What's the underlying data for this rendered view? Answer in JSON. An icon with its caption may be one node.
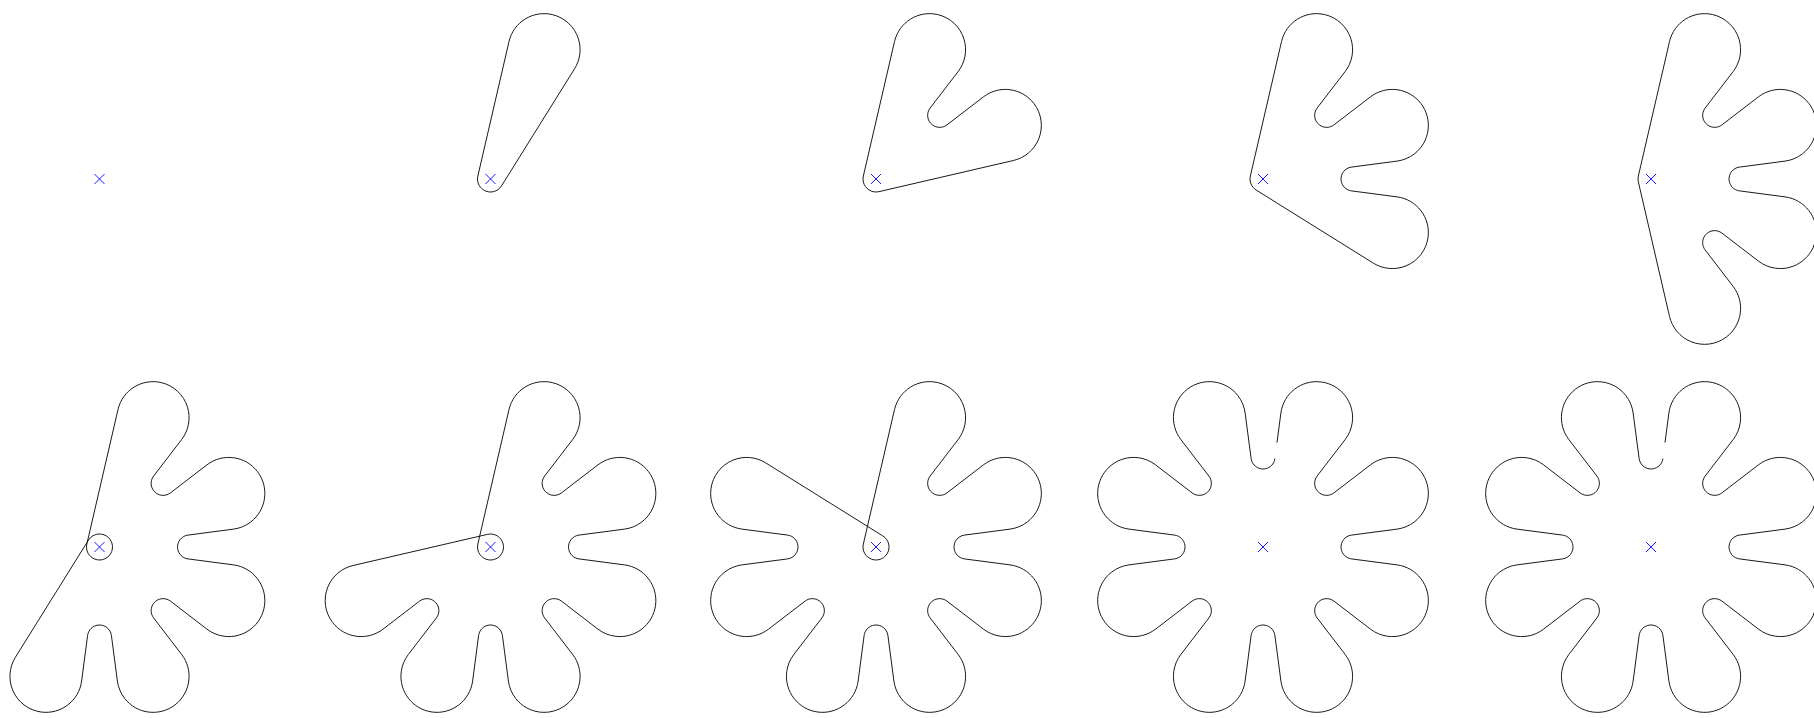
{
  "diagram": {
    "nodes": [
      {
        "text": [],
        "shape": "picture"
      },
      {
        "text": [],
        "shape": "picture"
      },
      {
        "text": [],
        "shape": "picture"
      },
      {
        "text": [],
        "shape": "picture"
      },
      {
        "text": [],
        "shape": "picture"
      },
      {
        "text": [],
        "shape": "picture"
      },
      {
        "text": [],
        "shape": "picture"
      },
      {
        "text": [],
        "shape": "picture"
      },
      {
        "text": [],
        "shape": "picture"
      },
      {
        "text": [],
        "shape": "picture"
      }
    ]
  }
}
